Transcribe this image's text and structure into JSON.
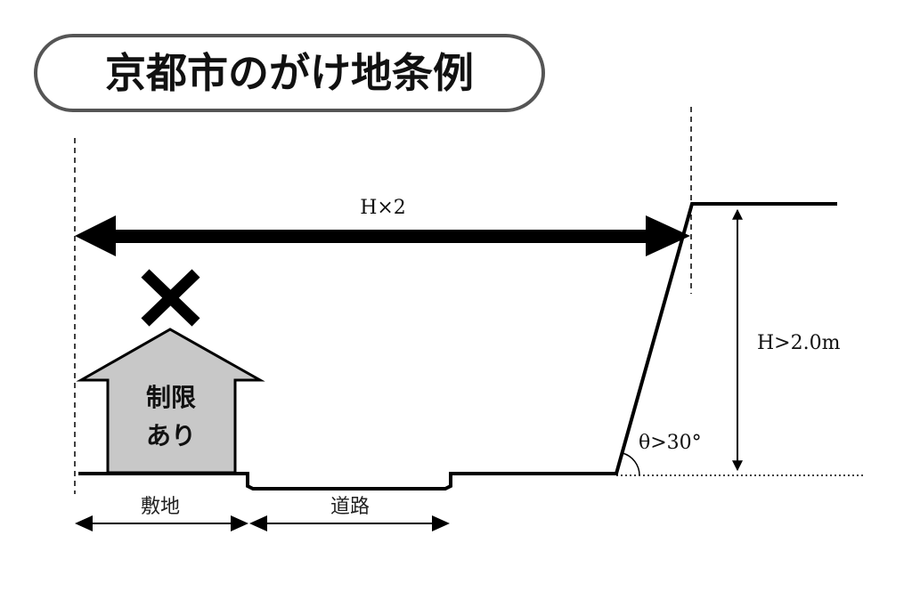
{
  "title": "京都市のがけ地条例",
  "labels": {
    "distance": "H×2",
    "height": "H>2.0m",
    "angle": "θ>30°",
    "house_line1": "制限",
    "house_line2": "あり",
    "site": "敷地",
    "road": "道路"
  },
  "colors": {
    "house_fill": "#c8c8c8",
    "line": "#000000",
    "title_border": "#555555"
  },
  "icons": [
    "prohibited-x-icon",
    "house-icon"
  ]
}
